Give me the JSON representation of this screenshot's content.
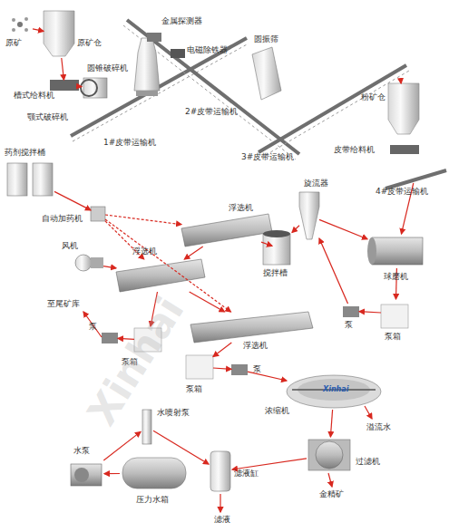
{
  "diagram": {
    "nodes": [
      {
        "text": [
          "原矿"
        ]
      },
      {
        "text": [
          "原矿仓"
        ]
      },
      {
        "text": [
          "槽式给料机"
        ]
      },
      {
        "text": [
          "颚式破碎机"
        ]
      },
      {
        "text": [
          "圆锥破碎机"
        ]
      },
      {
        "text": [
          "金属探测器"
        ]
      },
      {
        "text": [
          "电磁除铁器"
        ]
      },
      {
        "text": [
          "圆振筛"
        ]
      },
      {
        "text": [
          "1#皮带运输机"
        ]
      },
      {
        "text": [
          "2#皮带运输机"
        ]
      },
      {
        "text": [
          "3#皮带运输机"
        ]
      },
      {
        "text": [
          "粉矿仓"
        ]
      },
      {
        "text": [
          "皮带给料机"
        ]
      },
      {
        "text": [
          "4#皮带运输机"
        ]
      },
      {
        "text": [
          "药剂搅拌桶"
        ]
      },
      {
        "text": [
          "自动加药机"
        ]
      },
      {
        "text": [
          "旋流器"
        ]
      },
      {
        "text": [
          "浮选机"
        ]
      },
      {
        "text": [
          "搅拌槽"
        ]
      },
      {
        "text": [
          "风机"
        ]
      },
      {
        "text": [
          "浮选机"
        ]
      },
      {
        "text": [
          "球磨机"
        ]
      },
      {
        "text": [
          "泵"
        ]
      },
      {
        "text": [
          "泵箱"
        ]
      },
      {
        "text": [
          "浮选机"
        ]
      },
      {
        "text": [
          "泵"
        ]
      },
      {
        "text": [
          "泵箱"
        ]
      },
      {
        "text": [
          "泵箱"
        ]
      },
      {
        "text": [
          "泵"
        ]
      },
      {
        "text": [
          "浓缩机"
        ]
      },
      {
        "text": [
          "水喷射泵"
        ]
      },
      {
        "text": [
          "水泵"
        ]
      },
      {
        "text": [
          "压力水箱"
        ]
      },
      {
        "text": [
          "滤液缸"
        ]
      },
      {
        "text": [
          "过滤机"
        ]
      }
    ],
    "edges": [
      {
        "from": 0,
        "to": 1,
        "arrow": "to"
      },
      {
        "from": 1,
        "to": 2,
        "arrow": "to"
      },
      {
        "from": 2,
        "to": 3,
        "arrow": "to"
      },
      {
        "from": 10,
        "to": 11,
        "arrow": "to"
      },
      {
        "from": 13,
        "to": 21,
        "arrow": "to"
      },
      {
        "from": 21,
        "to": 23,
        "arrow": "to"
      },
      {
        "from": 23,
        "to": 22,
        "arrow": "to"
      },
      {
        "from": 22,
        "to": 16,
        "arrow": "to"
      },
      {
        "from": 16,
        "to": 21,
        "arrow": "to"
      },
      {
        "from": 16,
        "to": 18,
        "arrow": "to"
      },
      {
        "from": 18,
        "to": 17,
        "arrow": "to"
      },
      {
        "from": 14,
        "to": 15,
        "arrow": "to"
      },
      {
        "from": 15,
        "to": 17,
        "arrow": "to"
      },
      {
        "from": 15,
        "to": 20,
        "arrow": "to"
      },
      {
        "from": 15,
        "to": 24,
        "arrow": "to"
      },
      {
        "from": 19,
        "to": 20,
        "arrow": "to"
      },
      {
        "from": 17,
        "to": 20,
        "arrow": "to"
      },
      {
        "from": 20,
        "to": 24,
        "arrow": "to"
      },
      {
        "from": 20,
        "to": 26,
        "arrow": "to"
      },
      {
        "from": 26,
        "to": 25,
        "arrow": "to"
      },
      {
        "from": 24,
        "to": 27,
        "arrow": "to"
      },
      {
        "from": 27,
        "to": 28,
        "arrow": "to"
      },
      {
        "from": 28,
        "to": 29,
        "arrow": "to"
      },
      {
        "from": 29,
        "to": 34,
        "arrow": "to"
      },
      {
        "from": 34,
        "to": 33,
        "arrow": "to"
      },
      {
        "from": 32,
        "to": 31,
        "arrow": "to"
      },
      {
        "from": 31,
        "to": 30,
        "arrow": "to"
      },
      {
        "from": 30,
        "to": 33,
        "arrow": "to"
      }
    ],
    "labels": [
      "至尾矿库",
      "溢流水",
      "金精矿",
      "滤液",
      "Xinhai",
      "Xinhai"
    ]
  }
}
